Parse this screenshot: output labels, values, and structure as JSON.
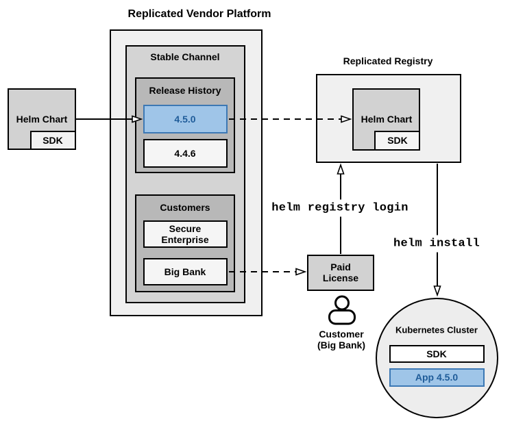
{
  "diagram": {
    "vendor_platform": {
      "title": "Replicated Vendor Platform",
      "stable_channel": {
        "label": "Stable Channel",
        "release_history": {
          "label": "Release History",
          "releases": [
            {
              "version": "4.5.0",
              "state": "highlighted"
            },
            {
              "version": "4.4.6",
              "state": "normal"
            }
          ]
        },
        "customers": {
          "label": "Customers",
          "items": [
            {
              "name": "Secure Enterprise"
            },
            {
              "name": "Big Bank"
            }
          ]
        }
      }
    },
    "source_chart": {
      "label": "Helm Chart",
      "sdk_label": "SDK"
    },
    "registry": {
      "title": "Replicated Registry",
      "chart": {
        "label": "Helm Chart",
        "sdk_label": "SDK"
      }
    },
    "license": {
      "label": "Paid License"
    },
    "customer_actor": {
      "line1": "Customer",
      "line2": "(Big Bank)"
    },
    "commands": {
      "registry_login": "helm registry login",
      "install": "helm install"
    },
    "cluster": {
      "label": "Kubernetes Cluster",
      "sdk_label": "SDK",
      "app_label": "App 4.5.0"
    },
    "colors": {
      "highlight_fill": "#9fc5e8",
      "highlight_border": "#3c78b4",
      "highlight_text": "#1f5c99",
      "container_light": "#f0f0f0",
      "channel_gray": "#d4d4d4",
      "group_gray": "#b8b8b8",
      "item_light": "#f5f5f5",
      "chart_gray": "#d2d2d2",
      "cluster_fill": "#ededed"
    }
  }
}
